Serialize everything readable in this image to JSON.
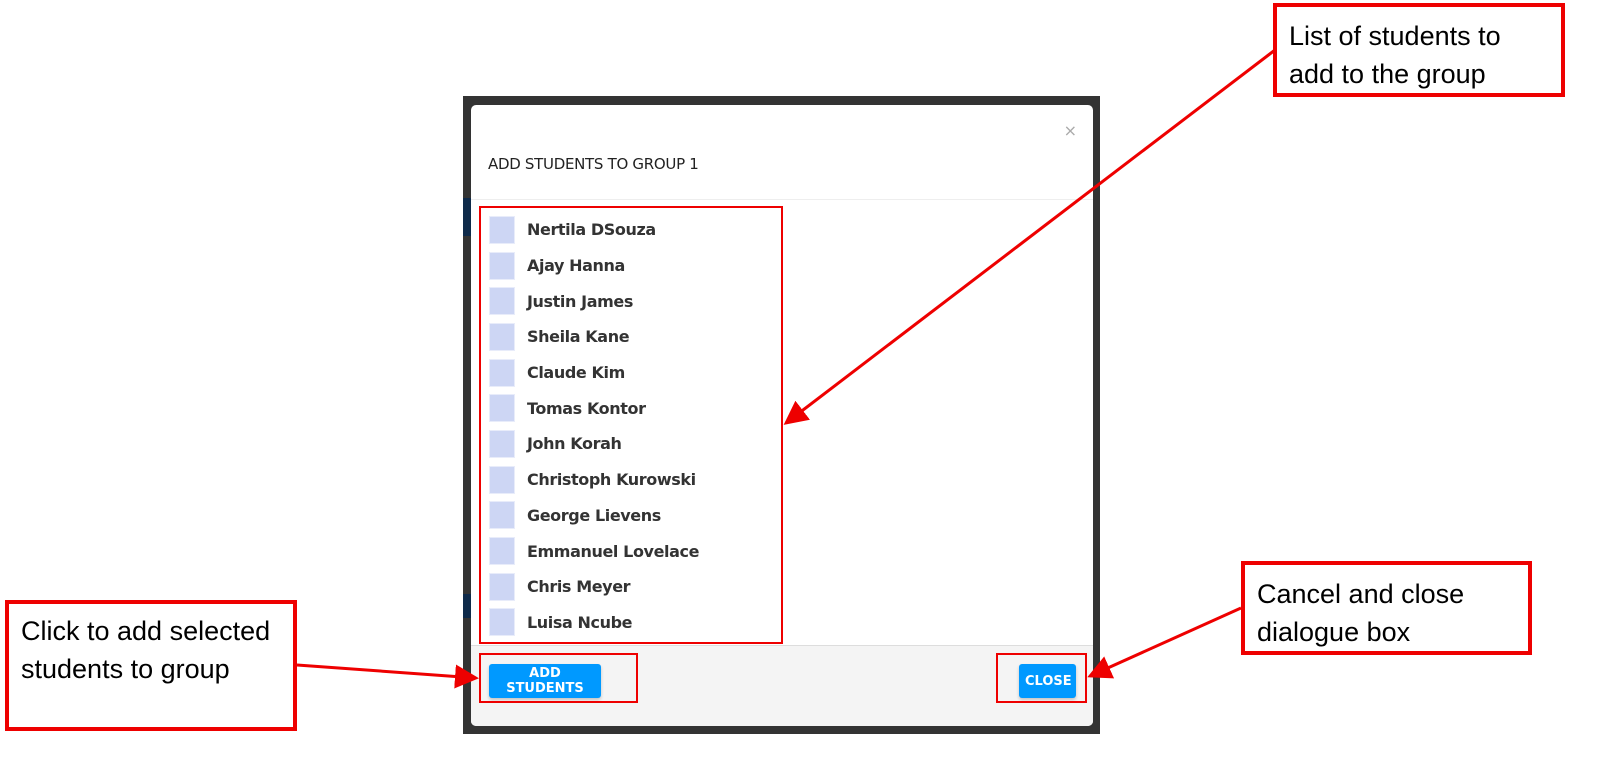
{
  "dialog": {
    "title": "ADD STUDENTS TO GROUP 1",
    "close_icon": "×",
    "students": [
      {
        "name": "Nertila DSouza",
        "checked": false
      },
      {
        "name": "Ajay Hanna",
        "checked": false
      },
      {
        "name": "Justin James",
        "checked": false
      },
      {
        "name": "Sheila Kane",
        "checked": false
      },
      {
        "name": "Claude Kim",
        "checked": false
      },
      {
        "name": "Tomas Kontor",
        "checked": false
      },
      {
        "name": "John Korah",
        "checked": false
      },
      {
        "name": "Christoph Kurowski",
        "checked": false
      },
      {
        "name": "George Lievens",
        "checked": false
      },
      {
        "name": "Emmanuel Lovelace",
        "checked": false
      },
      {
        "name": "Chris Meyer",
        "checked": false
      },
      {
        "name": "Luisa Ncube",
        "checked": false
      }
    ],
    "add_button": "ADD STUDENTS",
    "close_button": "CLOSE"
  },
  "annotations": {
    "list": "List of students to add to the group",
    "add": "Click to add selected students to group",
    "close": "Cancel and close dialogue box"
  },
  "colors": {
    "accent": "#0099ff",
    "annotation": "#ee0000",
    "checkbox": "#cdd6f4",
    "overlay": "#333333"
  }
}
